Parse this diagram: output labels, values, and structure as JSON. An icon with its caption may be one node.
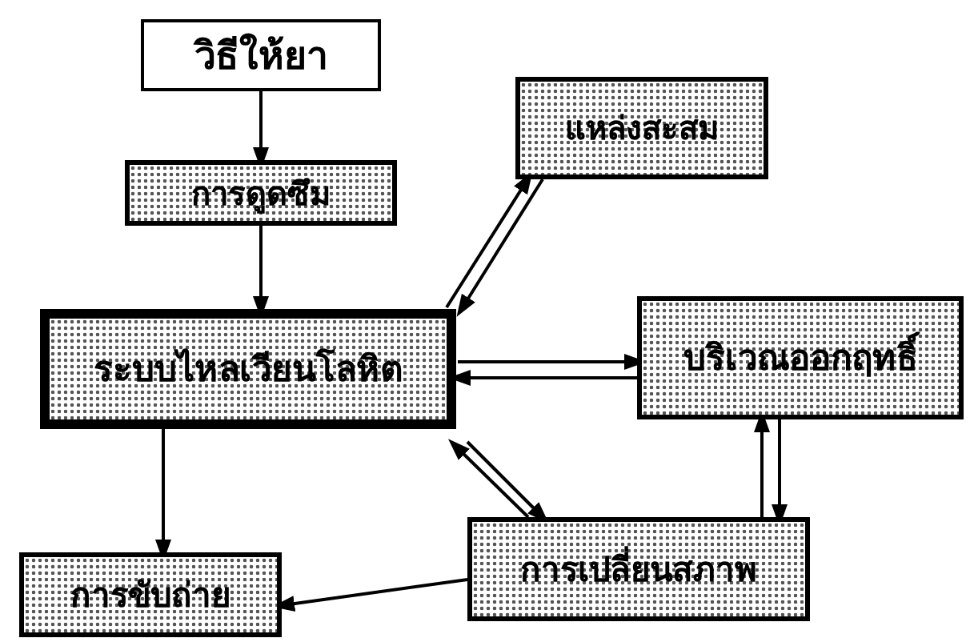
{
  "diagram": {
    "nodes": [
      {
        "text": [
          "วิธีให้ยา"
        ]
      },
      {
        "text": [
          "การดูดซึม"
        ]
      },
      {
        "text": [
          "แหล่งสะสม"
        ]
      },
      {
        "text": [
          "ระบบไหลเวียนโลหิต"
        ]
      },
      {
        "text": [
          "บริเวณออกฤทธิ์"
        ]
      },
      {
        "text": [
          "การเปลี่ยนสภาพ"
        ]
      },
      {
        "text": [
          "การขับถ่าย"
        ]
      }
    ],
    "edges": [
      {
        "from": 0,
        "to": 1,
        "arrow": "to"
      },
      {
        "from": 1,
        "to": 3,
        "arrow": "to"
      },
      {
        "from": 3,
        "to": 2,
        "arrow": "to"
      },
      {
        "from": 2,
        "to": 3,
        "arrow": "to"
      },
      {
        "from": 3,
        "to": 4,
        "arrow": "to"
      },
      {
        "from": 4,
        "to": 3,
        "arrow": "to"
      },
      {
        "from": 3,
        "to": 5,
        "arrow": "to"
      },
      {
        "from": 5,
        "to": 3,
        "arrow": "to"
      },
      {
        "from": 5,
        "to": 4,
        "arrow": "to"
      },
      {
        "from": 4,
        "to": 5,
        "arrow": "to"
      },
      {
        "from": 3,
        "to": 6,
        "arrow": "to"
      },
      {
        "from": 5,
        "to": 6,
        "arrow": "to"
      }
    ]
  }
}
